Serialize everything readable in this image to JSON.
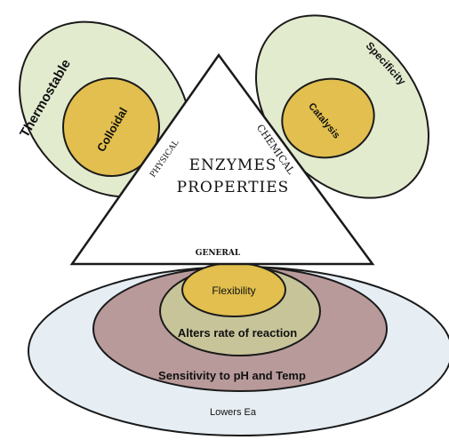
{
  "title_line1": "ENZYMES",
  "title_line2": "PROPERTIES",
  "side_labels": {
    "physical": "PHYSICAL",
    "chemical": "CHEMICAL",
    "general": "GENERAL"
  },
  "physical": {
    "outer": "Thermostable",
    "inner": "Colloidal"
  },
  "chemical": {
    "outer": "Specificity",
    "inner": "Catalysis"
  },
  "general": {
    "level1": "Flexibility",
    "level2": "Alters rate of reaction",
    "level3": "Sensitivity to pH and Temp",
    "level4": "Lowers Ea"
  },
  "colors": {
    "outer_green": "#e3ebcf",
    "inner_gold": "#e2bf4e",
    "olive": "#c7c49a",
    "mauve": "#b99a9a",
    "pale_blue": "#e6eef4",
    "stroke": "#1a1a1a"
  }
}
